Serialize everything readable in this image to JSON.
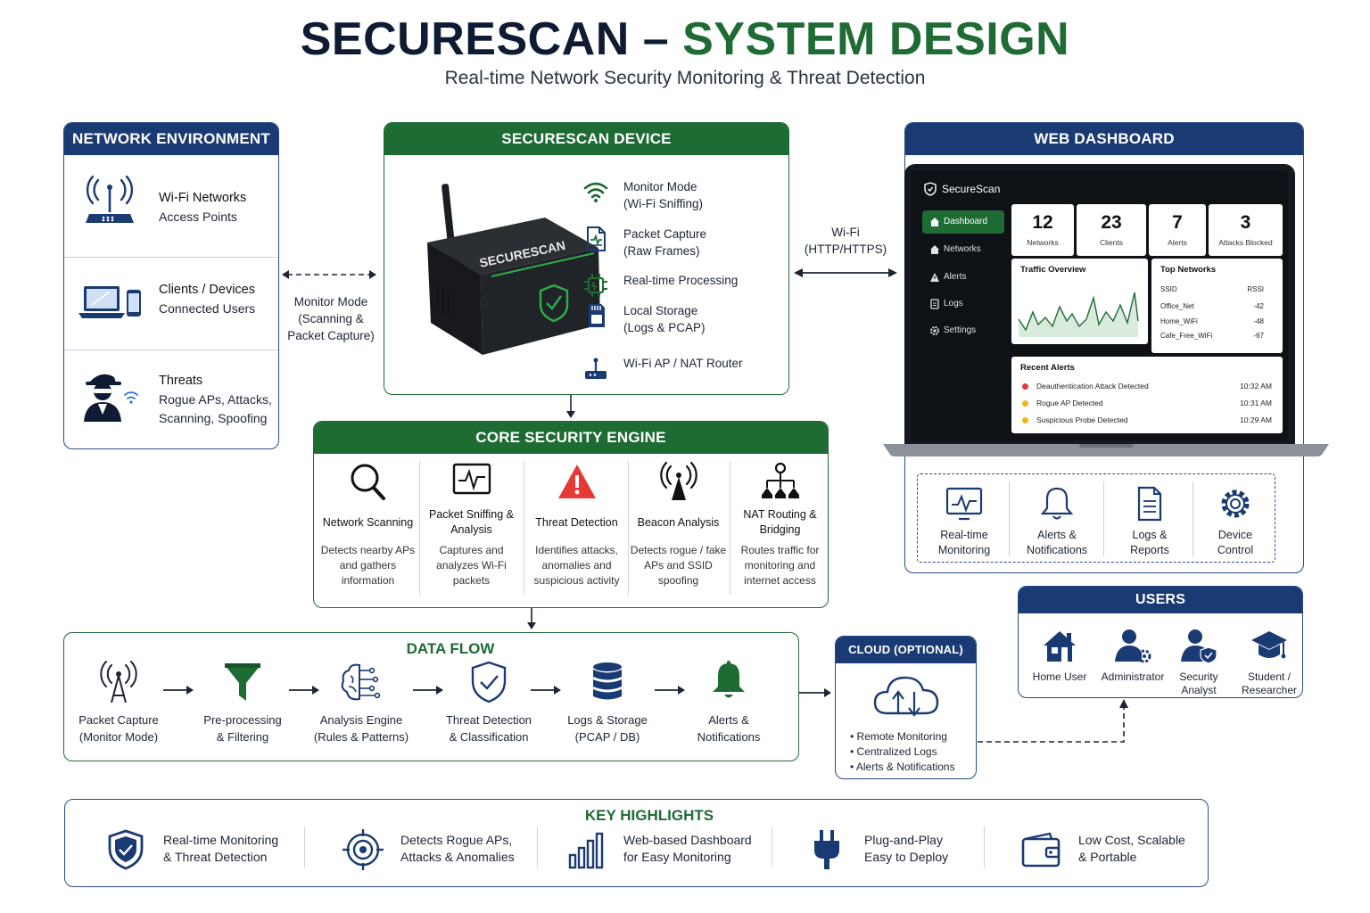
{
  "header": {
    "title_part1": "SECURESCAN –",
    "title_part2": "SYSTEM DESIGN",
    "subtitle": "Real-time Network Security Monitoring & Threat Detection"
  },
  "network_environment": {
    "title": "NETWORK ENVIRONMENT",
    "items": [
      {
        "title": "Wi-Fi Networks",
        "desc": "Access Points",
        "icon": "router-icon"
      },
      {
        "title": "Clients / Devices",
        "desc": "Connected Users",
        "icon": "devices-icon"
      },
      {
        "title": "Threats",
        "desc": "Rogue APs, Attacks,",
        "desc2": "Scanning, Spoofing",
        "icon": "hacker-icon"
      }
    ]
  },
  "link_env_device": {
    "line1": "Monitor Mode",
    "line2": "(Scanning &",
    "line3": "Packet Capture)"
  },
  "securescan_device": {
    "title": "SECURESCAN DEVICE",
    "device_label": "SECURESCAN",
    "features": [
      {
        "line1": "Monitor Mode",
        "line2": "(Wi-Fi Sniffing)",
        "icon": "wifi-icon"
      },
      {
        "line1": "Packet Capture",
        "line2": "(Raw Frames)",
        "icon": "document-icon"
      },
      {
        "line1": "Real-time Processing",
        "line2": "",
        "icon": "chip-icon"
      },
      {
        "line1": "Local Storage",
        "line2": "(Logs & PCAP)",
        "icon": "sd-card-icon"
      },
      {
        "line1": "Wi-Fi AP / NAT Router",
        "line2": "",
        "icon": "router-icon"
      }
    ]
  },
  "link_device_dashboard": {
    "line1": "Wi-Fi",
    "line2": "(HTTP/HTTPS)"
  },
  "web_dashboard": {
    "title": "WEB DASHBOARD",
    "app_name": "SecureScan",
    "nav": [
      "Dashboard",
      "Networks",
      "Alerts",
      "Logs",
      "Settings"
    ],
    "stats": [
      {
        "value": "12",
        "label": "Networks"
      },
      {
        "value": "23",
        "label": "Clients"
      },
      {
        "value": "7",
        "label": "Alerts"
      },
      {
        "value": "3",
        "label": "Attacks Blocked"
      }
    ],
    "traffic_title": "Traffic Overview",
    "top_networks": {
      "title": "Top Networks",
      "col1": "SSID",
      "col2": "RSSI",
      "rows": [
        {
          "ssid": "Office_Net",
          "rssi": "-42"
        },
        {
          "ssid": "Home_WiFi",
          "rssi": "-48"
        },
        {
          "ssid": "Cafe_Free_WiFi",
          "rssi": "-67"
        }
      ]
    },
    "recent_alerts": {
      "title": "Recent Alerts",
      "rows": [
        {
          "msg": "Deauthentication Attack Detected",
          "time": "10:32 AM",
          "color": "#e53935"
        },
        {
          "msg": "Rogue AP Detected",
          "time": "10:31 AM",
          "color": "#f5b41a"
        },
        {
          "msg": "Suspicious Probe Detected",
          "time": "10:29 AM",
          "color": "#f5b41a"
        }
      ]
    },
    "tiles": [
      {
        "line1": "Real-time",
        "line2": "Monitoring",
        "icon": "monitor-icon"
      },
      {
        "line1": "Alerts &",
        "line2": "Notifications",
        "icon": "bell-icon"
      },
      {
        "line1": "Logs &",
        "line2": "Reports",
        "icon": "report-icon"
      },
      {
        "line1": "Device",
        "line2": "Control",
        "icon": "gear-icon"
      }
    ]
  },
  "core_engine": {
    "title": "CORE SECURITY ENGINE",
    "modules": [
      {
        "title": "Network Scanning",
        "desc": "Detects nearby APs and gathers information",
        "icon": "search-icon"
      },
      {
        "title": "Packet Sniffing & Analysis",
        "desc": "Captures and analyzes Wi-Fi packets",
        "icon": "pulse-icon"
      },
      {
        "title": "Threat Detection",
        "desc": "Identifies attacks, anomalies and suspicious activity",
        "icon": "warning-icon"
      },
      {
        "title": "Beacon Analysis",
        "desc": "Detects rogue / fake APs and SSID spoofing",
        "icon": "antenna-icon"
      },
      {
        "title": "NAT Routing & Bridging",
        "desc": "Routes traffic for monitoring and internet access",
        "icon": "network-tree-icon"
      }
    ]
  },
  "data_flow": {
    "title": "DATA FLOW",
    "steps": [
      {
        "line1": "Packet Capture",
        "line2": "(Monitor Mode)",
        "icon": "antenna-icon"
      },
      {
        "line1": "Pre-processing",
        "line2": "& Filtering",
        "icon": "filter-icon"
      },
      {
        "line1": "Analysis Engine",
        "line2": "(Rules & Patterns)",
        "icon": "brain-icon"
      },
      {
        "line1": "Threat Detection",
        "line2": "& Classification",
        "icon": "shield-check-icon"
      },
      {
        "line1": "Logs & Storage",
        "line2": "(PCAP / DB)",
        "icon": "database-icon"
      },
      {
        "line1": "Alerts &",
        "line2": "Notifications",
        "icon": "bell-icon"
      }
    ]
  },
  "cloud": {
    "title": "CLOUD (OPTIONAL)",
    "items": [
      "Remote Monitoring",
      "Centralized Logs",
      "Alerts & Notifications"
    ]
  },
  "users": {
    "title": "USERS",
    "items": [
      {
        "line1": "Home User",
        "line2": "",
        "icon": "home-icon"
      },
      {
        "line1": "Administrator",
        "line2": "",
        "icon": "admin-icon"
      },
      {
        "line1": "Security",
        "line2": "Analyst",
        "icon": "analyst-icon"
      },
      {
        "line1": "Student /",
        "line2": "Researcher",
        "icon": "graduation-cap-icon"
      }
    ]
  },
  "key_highlights": {
    "title": "KEY HIGHLIGHTS",
    "items": [
      {
        "line1": "Real-time Monitoring",
        "line2": "& Threat Detection",
        "icon": "shield-check-icon"
      },
      {
        "line1": "Detects Rogue APs,",
        "line2": "Attacks & Anomalies",
        "icon": "target-icon"
      },
      {
        "line1": "Web-based Dashboard",
        "line2": "for Easy Monitoring",
        "icon": "bar-chart-icon"
      },
      {
        "line1": "Plug-and-Play",
        "line2": "Easy to Deploy",
        "icon": "plug-icon"
      },
      {
        "line1": "Low Cost, Scalable",
        "line2": "& Portable",
        "icon": "wallet-icon"
      }
    ]
  },
  "colors": {
    "navy": "#1a3a73",
    "green": "#1e6b34",
    "red": "#e53935",
    "amber": "#f5b41a"
  }
}
